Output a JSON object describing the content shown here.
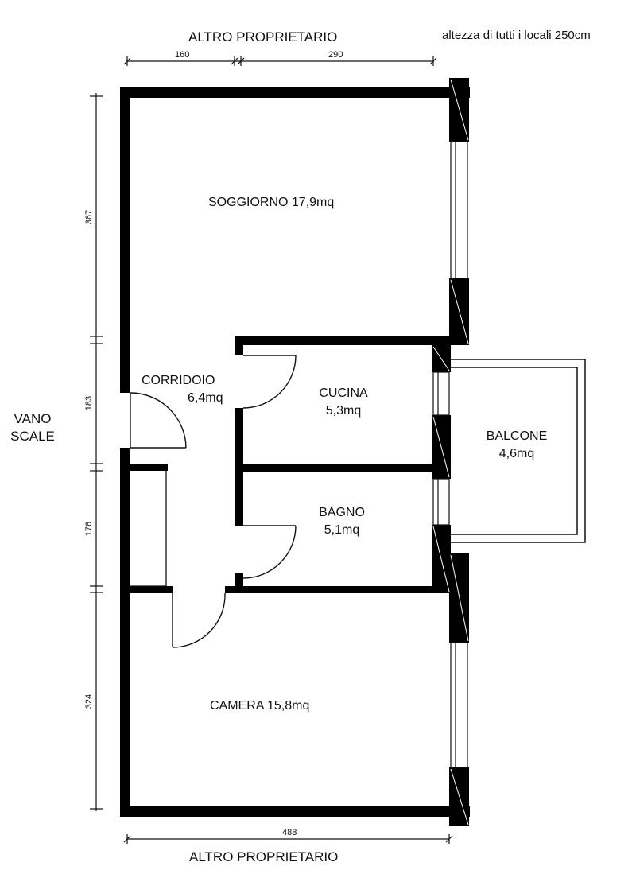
{
  "header": {
    "top_label": "ALTRO PROPRIETARIO",
    "height_note": "altezza di tutti i locali 250cm"
  },
  "footer": {
    "bottom_label": "ALTRO PROPRIETARIO"
  },
  "side": {
    "stair_line1": "VANO",
    "stair_line2": "SCALE"
  },
  "dimensions": {
    "top_left": "160",
    "top_right": "290",
    "bottom": "488",
    "left_1": "367",
    "left_2": "183",
    "left_3": "176",
    "left_4": "324"
  },
  "rooms": {
    "soggiorno": {
      "name": "SOGGIORNO 17,9mq"
    },
    "corridoio": {
      "name": "CORRIDOIO",
      "area": "6,4mq"
    },
    "cucina": {
      "name": "CUCINA",
      "area": "5,3mq"
    },
    "bagno": {
      "name": "BAGNO",
      "area": "5,1mq"
    },
    "balcone": {
      "name": "BALCONE",
      "area": "4,6mq"
    },
    "camera": {
      "name": "CAMERA 15,8mq"
    }
  },
  "colors": {
    "wall": "#000000",
    "line": "#111111",
    "background": "#ffffff"
  }
}
